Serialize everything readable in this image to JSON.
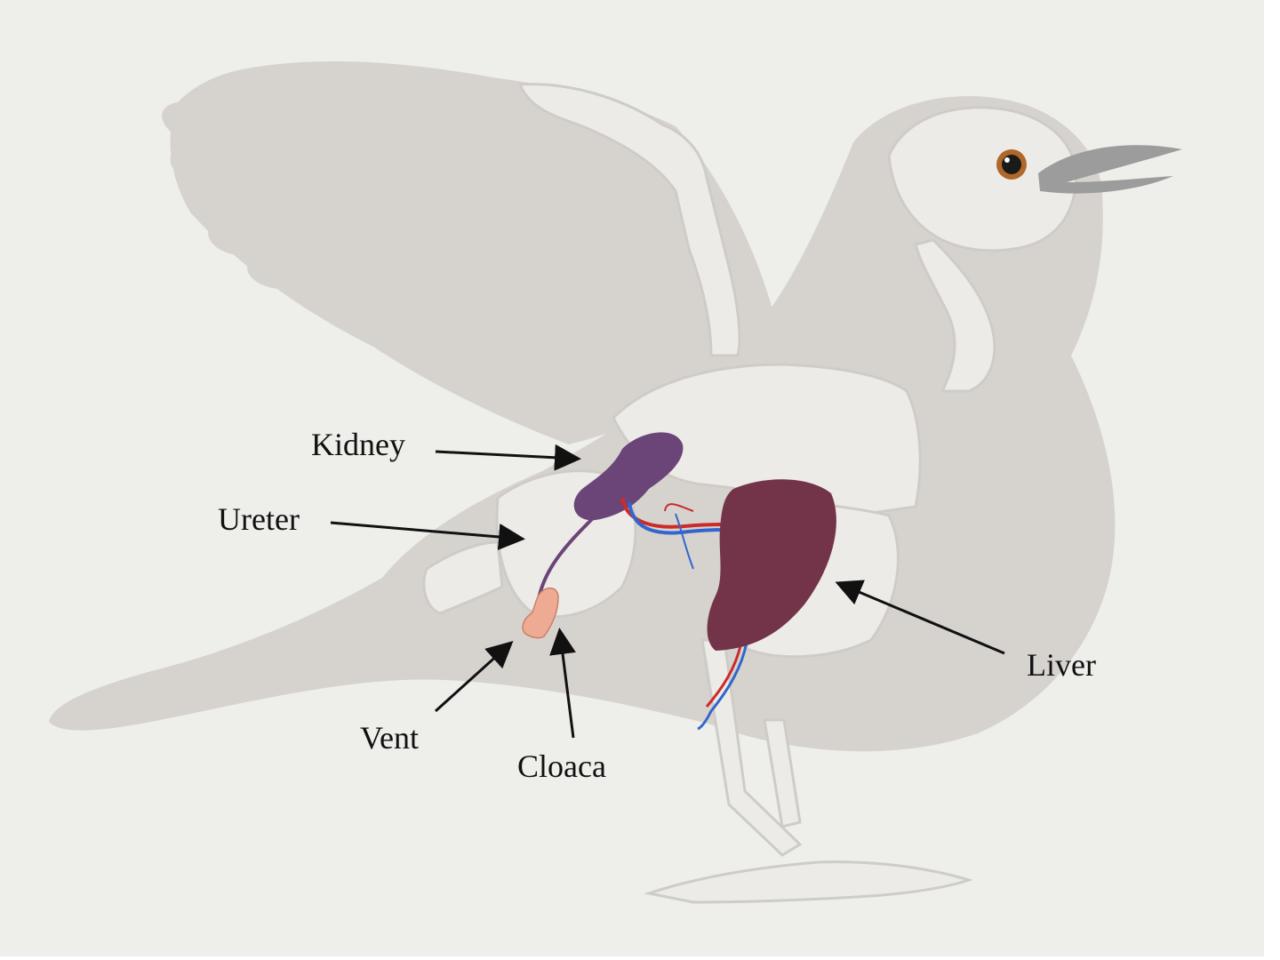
{
  "labels": {
    "kidney": "Kidney",
    "ureter": "Ureter",
    "liver": "Liver",
    "vent": "Vent",
    "cloaca": "Cloaca"
  },
  "colors": {
    "background": "#eeeeea",
    "silhouette": "#d6d3cf",
    "skeleton": "#ecebe7",
    "kidney": "#6b4577",
    "liver": "#733349",
    "cloaca": "#eeaa92",
    "artery": "#cc2b2b",
    "vein": "#3366cc",
    "arrow": "#111111"
  }
}
